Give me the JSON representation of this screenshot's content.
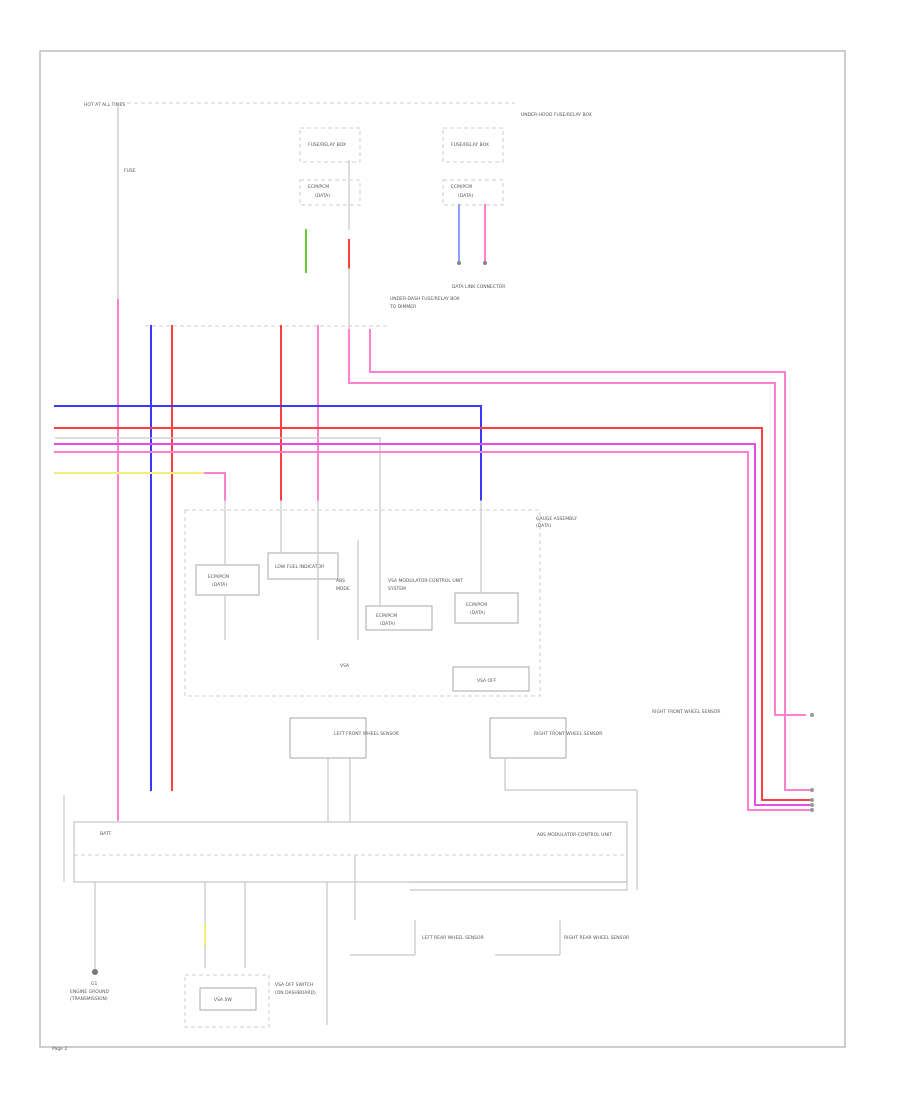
{
  "colors": {
    "frame": "#b9b9b9",
    "box": "#aaaaaa",
    "wire_gray": "#c6c6c6",
    "wire_blue": "#3a3aff",
    "wire_red": "#ff4040",
    "wire_pink": "#ff7fd0",
    "wire_magenta": "#e64de6",
    "wire_green": "#66cc33",
    "wire_yellow": "#f0f07a",
    "wire_lightblue": "#8aa0ff"
  },
  "labels": {
    "hot_at_all_times": "HOT AT ALL TIMES",
    "fuse": "FUSE",
    "under_hood_fuse_box": "UNDER-HOOD FUSE/RELAY BOX",
    "fuse_box_left": "FUSE/RELAY BOX",
    "fuse_box_right": "FUSE/RELAY BOX",
    "ecm_pcm_left": "ECM/PCM",
    "ecm_pcm_right": "ECM/PCM",
    "ecm_left_sub": "(DATA)",
    "ecm_right_sub": "(DATA)",
    "data_link": "DATA LINK CONNECTOR",
    "under_dash_fuse_box": "UNDER-DASH FUSE/RELAY BOX",
    "dimmer_sub": "TO DIMMER",
    "gauge_assembly": "GAUGE ASSEMBLY",
    "gauge_sub": "(DATA)",
    "ecm_box1": "ECM/PCM",
    "ecm_box1_sub": "(DATA)",
    "low_coolant": "LOW FUEL INDICATOR",
    "ref_mark": "ABS",
    "ref_sub": "MODE",
    "vsa_module": "VSA MODULATOR-CONTROL UNIT",
    "vsa_sub": "SYSTEM",
    "ecm_box2": "ECM/PCM",
    "ecm_box2_sub": "(DATA)",
    "ecm_box3": "ECM/PCM",
    "ecm_box3_sub": "(DATA)",
    "indicator": "VSA",
    "vsa_indicator_box": "VSA OFF",
    "lf_sensor": "LEFT FRONT WHEEL SENSOR",
    "rf_sensor": "RIGHT FRONT WHEEL SENSOR",
    "lr_sensor": "LEFT REAR WHEEL SENSOR",
    "rr_sensor": "RIGHT REAR WHEEL SENSOR",
    "right_connector": "RIGHT FRONT WHEEL SENSOR",
    "abs_module": "ABS MODULATOR-CONTROL UNIT",
    "batt": "BATT",
    "ground_lbl": "G1",
    "ground_sub": "ENGINE GROUND",
    "ground_sub2": "(TRANSMISSION)",
    "vsa_switch_box": "VSA SW",
    "vsa_switch_lbl": "VSA OFF SWITCH",
    "vsa_switch_sub": "(ON DASHBOARD)",
    "bottom_left": "Page 2"
  }
}
